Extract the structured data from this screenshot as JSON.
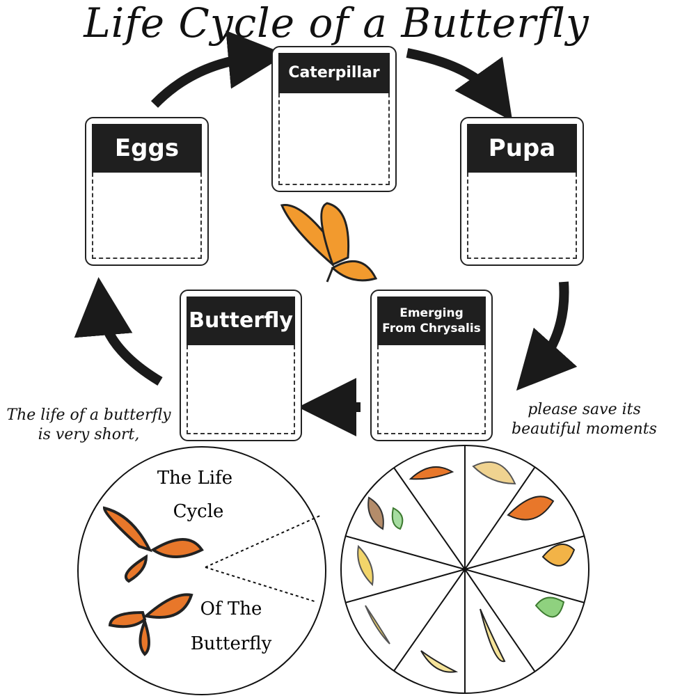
{
  "title": "Life Cycle of a Butterfly",
  "stages": {
    "caterpillar": "Caterpillar",
    "eggs": "Eggs",
    "pupa": "Pupa",
    "butterfly": "Butterfly",
    "emerging_line1": "Emerging",
    "emerging_line2": "From Chrysalis"
  },
  "captions": {
    "left_line1": "The life of a butterfly",
    "left_line2": "is very short,",
    "right_line1": "please save its",
    "right_line2": "beautiful moments"
  },
  "wheel_label": {
    "line1": "The Life",
    "line2": "Cycle",
    "line3": "Of The",
    "line4": "Butterfly"
  },
  "colors": {
    "card_header": "#1f1f1f",
    "leaf_green": "#8fd17f",
    "wing_orange": "#f29a2e",
    "arrow": "#1a1a1a"
  }
}
